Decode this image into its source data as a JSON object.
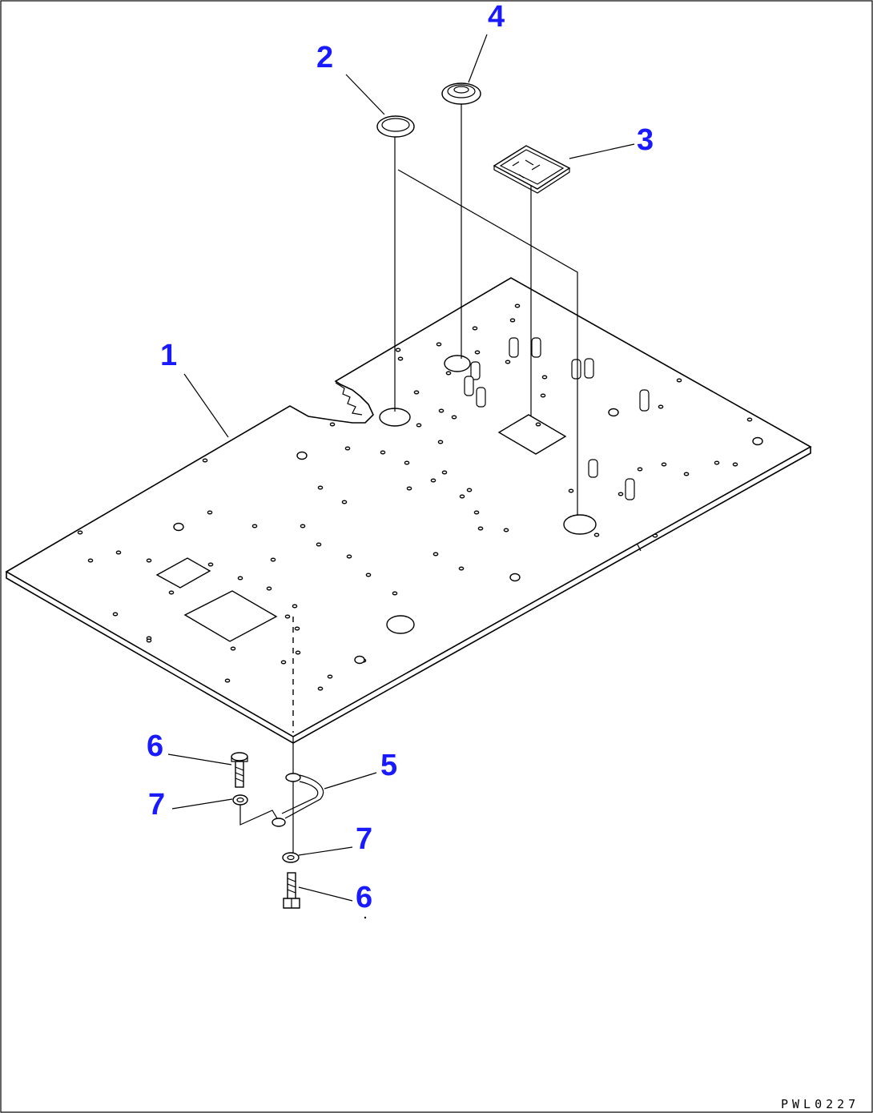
{
  "drawing": {
    "code": "PWL0227"
  },
  "callouts": [
    {
      "id": "1",
      "label": "1"
    },
    {
      "id": "2",
      "label": "2"
    },
    {
      "id": "3",
      "label": "3"
    },
    {
      "id": "4",
      "label": "4"
    },
    {
      "id": "5",
      "label": "5"
    },
    {
      "id": "6a",
      "label": "6"
    },
    {
      "id": "6b",
      "label": "6"
    },
    {
      "id": "7a",
      "label": "7"
    },
    {
      "id": "7b",
      "label": "7"
    }
  ],
  "colors": {
    "callout": "#1a1aff",
    "line": "#000000",
    "background": "#ffffff"
  }
}
